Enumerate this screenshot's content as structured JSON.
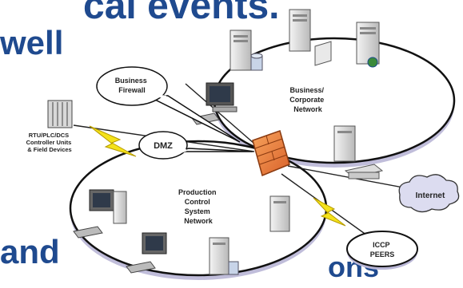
{
  "slide": {
    "line1": "cal events.",
    "line2": "well",
    "line3": "and",
    "line4": "ons"
  },
  "diagram": {
    "business_firewall": "Business Firewall",
    "dmz": "DMZ",
    "rtu_label": "RTU/PLC/DCS Controller Units & Field Devices",
    "corporate_network": "Business/ Corporate Network",
    "production_network": "Production Control System Network",
    "internet": "Internet",
    "iccp": "ICCP PEERS"
  }
}
